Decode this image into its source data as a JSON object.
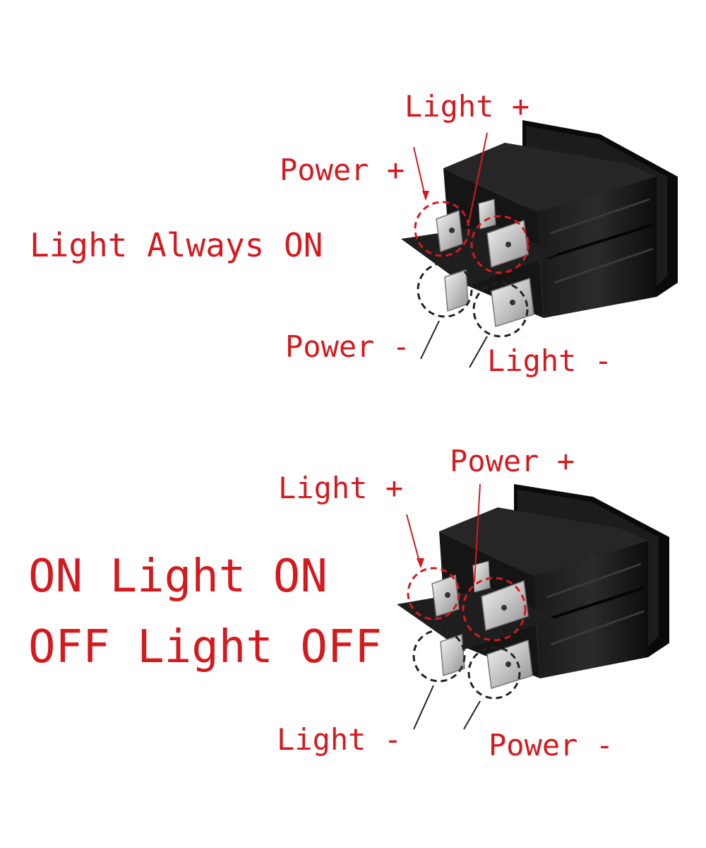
{
  "diagrams": [
    {
      "mode_label": "Light Always ON",
      "labels": {
        "top_left": "Power +",
        "top_right": "Light +",
        "bottom_left": "Power -",
        "bottom_right": "Light -"
      }
    },
    {
      "mode_label_line1": "ON Light ON",
      "mode_label_line2": "OFF Light OFF",
      "labels": {
        "top_left": "Light +",
        "top_right": "Power +",
        "bottom_left": "Light -",
        "bottom_right": "Power -"
      }
    }
  ],
  "colors": {
    "label": "#d41a1f",
    "switch_body": "#111111",
    "terminal": "#c9c9c9",
    "circle_positive": "#d41a1f",
    "circle_negative": "#222222"
  }
}
